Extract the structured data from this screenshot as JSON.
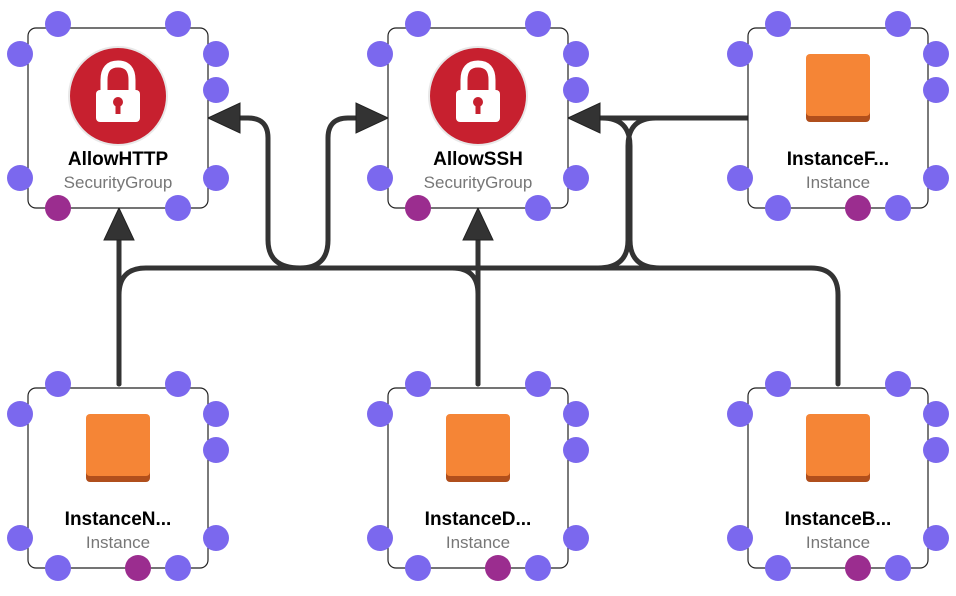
{
  "colors": {
    "port": "#7b68ee",
    "anchor_port": "#9b2d8f",
    "security_group_fill": "#c7202f",
    "security_group_stroke": "#e8e8e8",
    "instance_fill": "#f58536",
    "instance_shadow": "#b04f1c",
    "edge": "#333333",
    "subtitle": "#777777"
  },
  "nodes": [
    {
      "id": "allowhttp",
      "title": "AllowHTTP",
      "subtitle": "SecurityGroup",
      "kind": "security-group",
      "icon": "padlock-icon"
    },
    {
      "id": "allowssh",
      "title": "AllowSSH",
      "subtitle": "SecurityGroup",
      "kind": "security-group",
      "icon": "padlock-icon"
    },
    {
      "id": "instancef",
      "title": "InstanceF...",
      "subtitle": "Instance",
      "kind": "instance",
      "icon": "instance-icon"
    },
    {
      "id": "instancen",
      "title": "InstanceN...",
      "subtitle": "Instance",
      "kind": "instance",
      "icon": "instance-icon"
    },
    {
      "id": "instanced",
      "title": "InstanceD...",
      "subtitle": "Instance",
      "kind": "instance",
      "icon": "instance-icon"
    },
    {
      "id": "instanceb",
      "title": "InstanceB...",
      "subtitle": "Instance",
      "kind": "instance",
      "icon": "instance-icon"
    }
  ],
  "edges": [
    {
      "from": "instancen",
      "to": "allowhttp"
    },
    {
      "from": "instanced",
      "to": "allowssh"
    },
    {
      "from": "instancef",
      "to": "allowssh"
    },
    {
      "from": "instanceb",
      "to": "allowhttp"
    },
    {
      "from": "instanceb",
      "to": "allowssh"
    }
  ]
}
